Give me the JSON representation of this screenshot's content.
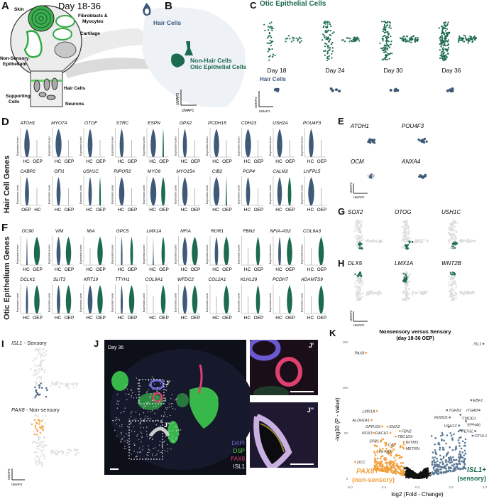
{
  "panels": {
    "A": "A",
    "B": "B",
    "C": "C",
    "D": "D",
    "E": "E",
    "F": "F",
    "G": "G",
    "H": "H",
    "I": "I",
    "J": "J",
    "K": "K"
  },
  "a": {
    "title": "Day 18-36",
    "skin": "Skin",
    "fibro1": "Fibroblasts &",
    "fibro2": "Myocytes",
    "cartilage": "Cartilage",
    "nse1": "Non-Sensory",
    "nse2": "Epithelium",
    "hair": "Hair Cells",
    "support1": "Supporting",
    "support2": "Cells",
    "neurons": "Neurons"
  },
  "b": {
    "hair": "Hair Cells",
    "nonhair1": "Non-Hair Cells",
    "nonhair2": "Otic Epithelial Cells",
    "umap1": "UMAP1",
    "umap2": "UMAP2"
  },
  "c": {
    "oep_title": "Otic Epithelial Cells",
    "hc_title": "Hair Cells",
    "days": [
      "Day 18",
      "Day 24",
      "Day 30",
      "Day 36"
    ],
    "umap1": "UMAP1",
    "umap2": "UMAP2"
  },
  "colors": {
    "hc": "#3e5a78",
    "oep": "#1c6a50",
    "pax8": "#f2a03d",
    "isl1": "#1c6a50"
  },
  "violin": {
    "ylabel": "Expression Level",
    "hc": "HC",
    "oep": "OEP"
  },
  "d": {
    "side": "Hair Cell Genes",
    "rows": [
      [
        {
          "g": "ATOH1",
          "hc": 0.8,
          "oep": 0
        },
        {
          "g": "MYO7A",
          "hc": 0.9,
          "oep": 0
        },
        {
          "g": "OTOF",
          "hc": 0.7,
          "oep": 0
        },
        {
          "g": "STRC",
          "hc": 0.6,
          "oep": 0
        },
        {
          "g": "ESPN",
          "hc": 0.8,
          "oep": 0.15
        },
        {
          "g": "GPX2",
          "hc": 0.6,
          "oep": 0
        },
        {
          "g": "PCDH15",
          "hc": 0.8,
          "oep": 0
        },
        {
          "g": "CDH23",
          "hc": 0.9,
          "oep": 0
        },
        {
          "g": "USH2A",
          "hc": 0.8,
          "oep": 0
        },
        {
          "g": "POU4F3",
          "hc": 0.7,
          "oep": 0
        }
      ],
      [
        {
          "g": "CABP2",
          "hc": 0.6,
          "oep": 0,
          "swap": true
        },
        {
          "g": "GFI1",
          "hc": 0.6,
          "oep": 0
        },
        {
          "g": "USH1C",
          "hc": 0.5,
          "oep": 0.2
        },
        {
          "g": "RIPOR2",
          "hc": 0.8,
          "oep": 0
        },
        {
          "g": "MYO6",
          "hc": 0.9,
          "oep": 0.6
        },
        {
          "g": "MYO15A",
          "hc": 0.8,
          "oep": 0
        },
        {
          "g": "CIB2",
          "hc": 0.9,
          "oep": 0.1
        },
        {
          "g": "PCP4",
          "hc": 0.6,
          "oep": 0
        },
        {
          "g": "CALM2",
          "hc": 0.7,
          "oep": 0.5
        },
        {
          "g": "LHFPL5",
          "hc": 0.9,
          "oep": 0
        }
      ]
    ]
  },
  "e": {
    "genes": [
      "ATOH1",
      "POU4F3",
      "OCM",
      "ANXA4"
    ],
    "umap1": "UMAP1",
    "umap2": "UMAP2"
  },
  "f": {
    "side": "Otic Epithelium Genes",
    "rows": [
      [
        {
          "g": "OC90",
          "hc": 0.1,
          "oep": 0.9
        },
        {
          "g": "VIM",
          "hc": 0.6,
          "oep": 0.8
        },
        {
          "g": "MIA",
          "hc": 0,
          "oep": 0.8
        },
        {
          "g": "GPC5",
          "hc": 0.2,
          "oep": 0.4
        },
        {
          "g": "LMX1A",
          "hc": 0.05,
          "oep": 0.5
        },
        {
          "g": "NFIA",
          "hc": 0.7,
          "oep": 0.9
        },
        {
          "g": "ROR1",
          "hc": 0.5,
          "oep": 0.8
        },
        {
          "g": "FBN2",
          "hc": 0,
          "oep": 0.6
        },
        {
          "g": "NFIA-AS2",
          "hc": 0.4,
          "oep": 0.8
        },
        {
          "g": "COL9A3",
          "hc": 0,
          "oep": 0.8
        }
      ],
      [
        {
          "g": "DCLK1",
          "hc": 0.3,
          "oep": 0.8
        },
        {
          "g": "SLIT3",
          "hc": 0.5,
          "oep": 0.8
        },
        {
          "g": "KRT19",
          "hc": 0.7,
          "oep": 0.8
        },
        {
          "g": "TTYH1",
          "hc": 0.3,
          "oep": 0.8
        },
        {
          "g": "COL9A1",
          "hc": 0,
          "oep": 0.7
        },
        {
          "g": "WFDC2",
          "hc": 0.7,
          "oep": 0.8
        },
        {
          "g": "COL2A1",
          "hc": 0,
          "oep": 0.8
        },
        {
          "g": "KLHL29",
          "hc": 0,
          "oep": 0.6
        },
        {
          "g": "PCDH7",
          "hc": 0,
          "oep": 0.8
        },
        {
          "g": "ADAMTS9",
          "hc": 0,
          "oep": 0.8
        }
      ]
    ]
  },
  "g": {
    "genes": [
      "SOX2",
      "OTOG",
      "USH1C"
    ]
  },
  "h": {
    "genes": [
      "DLX5",
      "LMX1A",
      "WNT2B"
    ],
    "umap1": "UMAP1",
    "umap2": "UMAP2"
  },
  "i": {
    "isl1_gene": "ISL1",
    "isl1_suffix": " - Sensory",
    "pax8_gene": "PAX8",
    "pax8_suffix": " - Non-sensory",
    "umap1": "UMAP1",
    "umap2": "UMAP2"
  },
  "j": {
    "day": "Day 36",
    "inset1": "J'",
    "inset2": "J''",
    "legend": [
      "DAPI",
      "DSP",
      "PAX8",
      "ISL1"
    ],
    "legend_colors": [
      "#6a6ad8",
      "#5ad84a",
      "#e04070",
      "#eeeeee"
    ]
  },
  "chart_data": {
    "type": "scatter",
    "title": "Nonsensory versus Sensory",
    "subtitle": "(day 18-36 OEP)",
    "xlabel": "log2 (Fold - Change)",
    "ylabel": "-log10 (P - value)",
    "xlim": [
      -6,
      5.5
    ],
    "ylim": [
      0,
      150
    ],
    "xticks": [
      "-5.0",
      "-2.5",
      "0.0",
      "2.5",
      "5.0"
    ],
    "yticks": [
      "0",
      "50",
      "100",
      "150"
    ],
    "group_left": {
      "name1": "PAX8+",
      "name2": "(non-sensory)",
      "color": "#f2a03d"
    },
    "group_right": {
      "name1": "ISL1+",
      "name2": "(sensory)",
      "color": "#1c6a50",
      "point_color": "#5a7894"
    },
    "labeled_points": [
      {
        "gene": "PAX8",
        "x": -3.8,
        "y": 138
      },
      {
        "gene": "ISL1",
        "x": 4.9,
        "y": 148
      },
      {
        "gene": "LMX1A",
        "x": -3.0,
        "y": 74
      },
      {
        "gene": "ALDH1A1",
        "x": -3.4,
        "y": 64
      },
      {
        "gene": "GPR155",
        "x": -2.6,
        "y": 57
      },
      {
        "gene": "EMX2",
        "x": -2.2,
        "y": 57
      },
      {
        "gene": "NOX3",
        "x": -3.2,
        "y": 50
      },
      {
        "gene": "DACH1",
        "x": -2.0,
        "y": 50
      },
      {
        "gene": "TBC1D9",
        "x": -1.6,
        "y": 46
      },
      {
        "gene": "FBN2",
        "x": -1.3,
        "y": 52
      },
      {
        "gene": "SPP1",
        "x": -2.7,
        "y": 41
      },
      {
        "gene": "CA2",
        "x": -2.3,
        "y": 37
      },
      {
        "gene": "FXYD3",
        "x": -1.8,
        "y": 37
      },
      {
        "gene": "IFITM3",
        "x": -1.0,
        "y": 40
      },
      {
        "gene": "METRN",
        "x": -1.0,
        "y": 33
      },
      {
        "gene": "DCC",
        "x": -4.6,
        "y": 18
      },
      {
        "gene": "EBF1",
        "x": 4.0,
        "y": 86
      },
      {
        "gene": "TGFB2",
        "x": 2.2,
        "y": 75
      },
      {
        "gene": "ITGA8",
        "x": 4.6,
        "y": 75
      },
      {
        "gene": "TMOD1",
        "x": 3.2,
        "y": 70
      },
      {
        "gene": "ROBO1",
        "x": 2.4,
        "y": 67
      },
      {
        "gene": "EPHA6",
        "x": 3.6,
        "y": 63
      },
      {
        "gene": "USH1C",
        "x": 3.1,
        "y": 58
      },
      {
        "gene": "PEX5L",
        "x": 4.3,
        "y": 52
      },
      {
        "gene": "OTOL1",
        "x": 4.1,
        "y": 47
      }
    ]
  }
}
